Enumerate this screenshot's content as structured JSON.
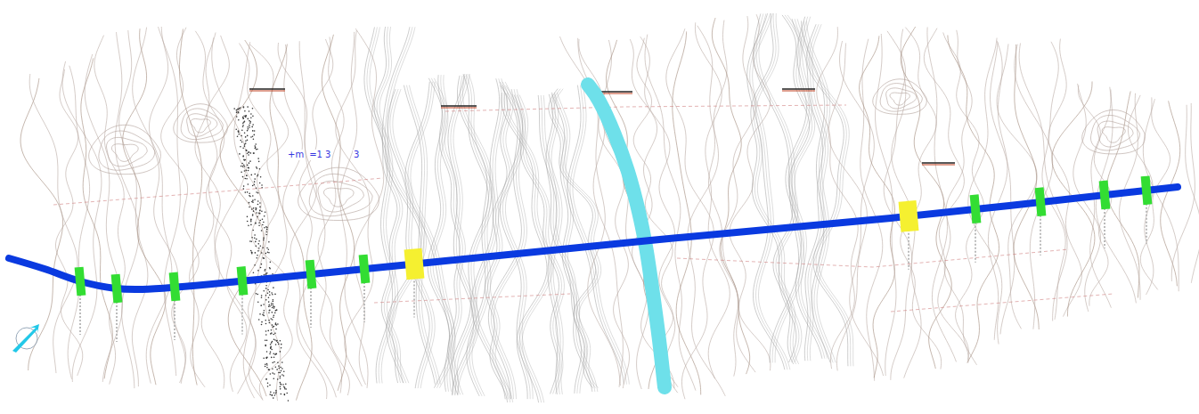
{
  "diagram": {
    "labels": [
      "+m",
      "=1 3",
      "3"
    ]
  }
}
